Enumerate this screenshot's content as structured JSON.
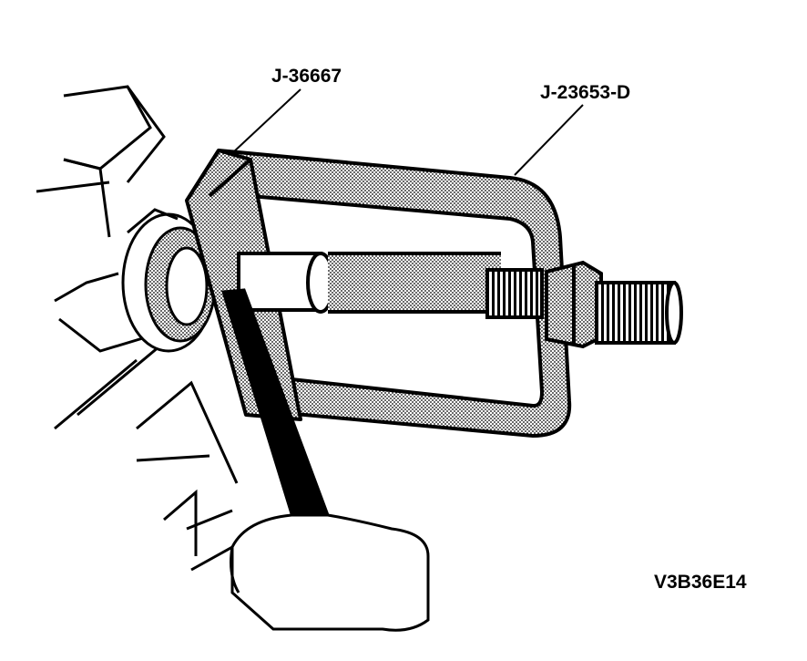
{
  "callouts": {
    "tool_a": "J-36667",
    "tool_b": "J-23653-D"
  },
  "figure_code": "V3B36E14",
  "colors": {
    "ink": "#000000",
    "stipple": "#9a9a9a",
    "paper": "#ffffff"
  }
}
